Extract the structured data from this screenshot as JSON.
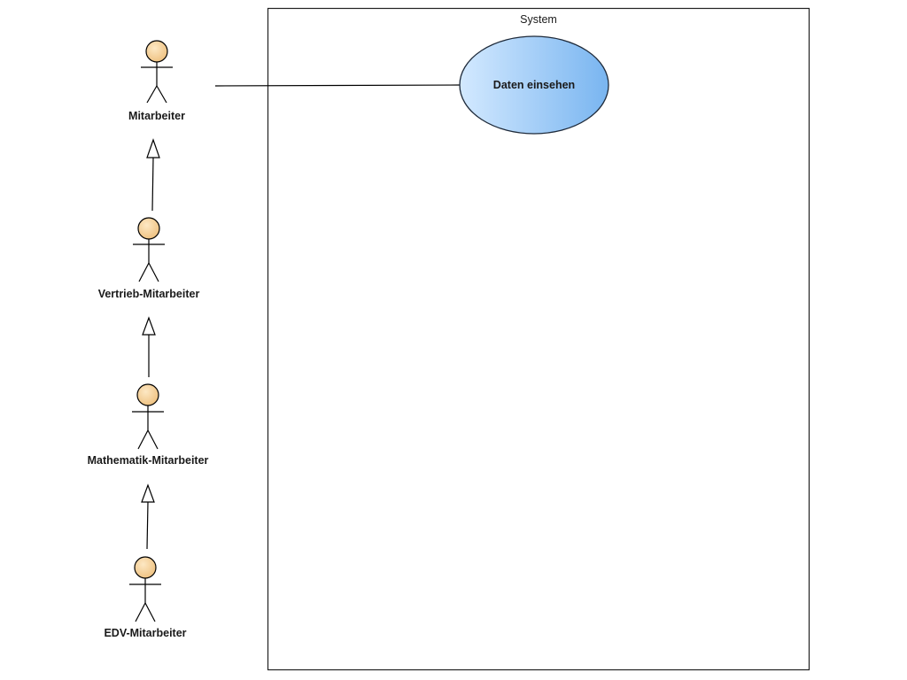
{
  "diagram": {
    "type": "uml-use-case",
    "system": {
      "label": "System"
    },
    "use_case": {
      "label": "Daten einsehen"
    },
    "actors": [
      {
        "id": "mitarbeiter",
        "label": "Mitarbeiter"
      },
      {
        "id": "vertrieb",
        "label": "Vertrieb-Mitarbeiter"
      },
      {
        "id": "mathematik",
        "label": "Mathematik-Mitarbeiter"
      },
      {
        "id": "edv",
        "label": "EDV-Mitarbeiter"
      }
    ],
    "relations": [
      {
        "type": "association",
        "from": "mitarbeiter",
        "to": "use_case"
      },
      {
        "type": "generalization",
        "from": "vertrieb",
        "to": "mitarbeiter"
      },
      {
        "type": "generalization",
        "from": "mathematik",
        "to": "vertrieb"
      },
      {
        "type": "generalization",
        "from": "edv",
        "to": "mathematik"
      }
    ],
    "colors": {
      "actor_head": "#f5cf95",
      "usecase_fill_light": "#c9e4ff",
      "usecase_fill_dark": "#7db9f2",
      "line": "#000000"
    }
  }
}
